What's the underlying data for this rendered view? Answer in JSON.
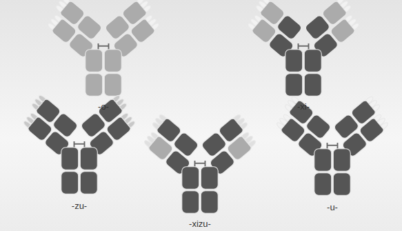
{
  "diagram": {
    "labels": [
      "-o-",
      "-xi-",
      "-zu-",
      "-xizu-",
      "-u-"
    ]
  }
}
